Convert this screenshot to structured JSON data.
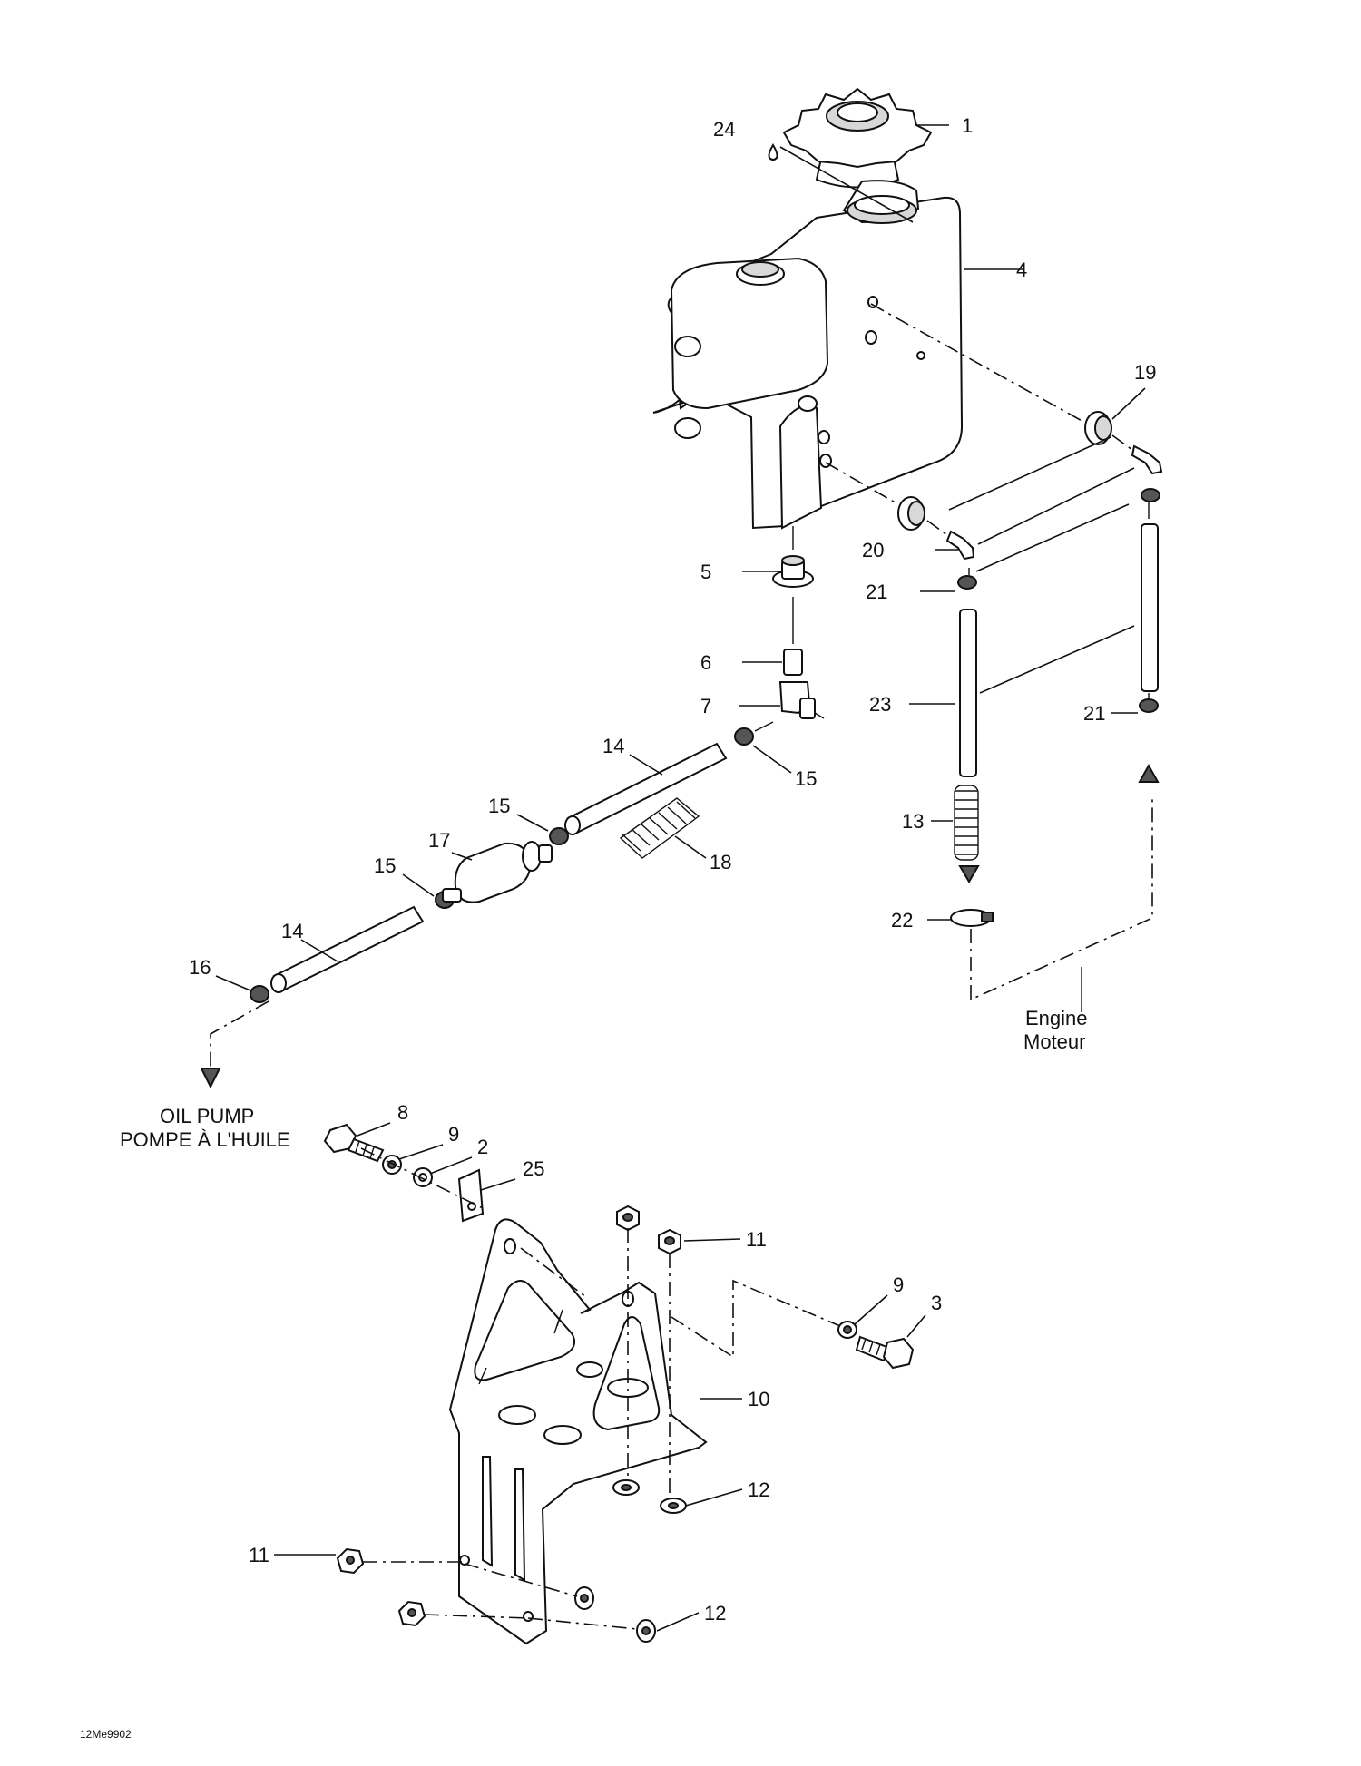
{
  "drawing_code": "12Me9902",
  "destinations": {
    "oil_pump_en": "OIL PUMP",
    "oil_pump_fr": "POMPE À L'HUILE",
    "engine_en": "Engine",
    "engine_fr": "Moteur"
  },
  "callouts": {
    "c1": "1",
    "c2": "2",
    "c3": "3",
    "c4": "4",
    "c5": "5",
    "c6": "6",
    "c7": "7",
    "c8": "8",
    "c9a": "9",
    "c9b": "9",
    "c10": "10",
    "c11a": "11",
    "c11b": "11",
    "c12a": "12",
    "c12b": "12",
    "c13": "13",
    "c14a": "14",
    "c14b": "14",
    "c15a": "15",
    "c15b": "15",
    "c15c": "15",
    "c16": "16",
    "c17": "17",
    "c18": "18",
    "c19": "19",
    "c20": "20",
    "c21a": "21",
    "c21b": "21",
    "c22": "22",
    "c23": "23",
    "c24": "24",
    "c25": "25"
  }
}
